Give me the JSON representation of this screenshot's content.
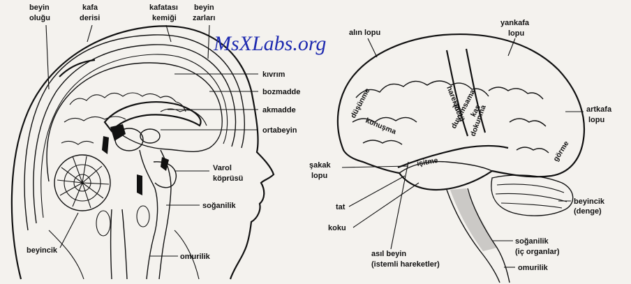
{
  "watermark": "MsXLabs.org",
  "left_labels": {
    "beyin_olugu_1": "beyin",
    "beyin_olugu_2": "oluğu",
    "kafa_derisi_1": "kafa",
    "kafa_derisi_2": "derisi",
    "kafatasi_1": "kafatası",
    "kafatasi_2": "kemiği",
    "beyin_zarlari_1": "beyin",
    "beyin_zarlari_2": "zarları",
    "kivrim": "kıvrım",
    "bozmadde": "bozmadde",
    "akmadde": "akmadde",
    "ortabeyin": "ortabeyin",
    "varol_1": "Varol",
    "varol_2": "köprüsü",
    "soganilik": "soğanilik",
    "beyincik": "beyincik",
    "omurilik": "omurilik"
  },
  "right_labels": {
    "alin_lopu": "alın lopu",
    "yankafa_1": "yankafa",
    "yankafa_2": "lopu",
    "artkafa_1": "artkafa",
    "artkafa_2": "lopu",
    "sakak_1": "şakak",
    "sakak_2": "lopu",
    "tat": "tat",
    "koku": "koku",
    "asil_beyin_1": "asıl beyin",
    "asil_beyin_2": "(istemli hareketler)",
    "beyincik_1": "beyincik",
    "beyincik_2": "(denge)",
    "soganilik_1": "soğanilik",
    "soganilik_2": "(iç organlar)",
    "omurilik": "omurilik"
  },
  "brain_regions": {
    "dusunme": "düşünme",
    "konusma": "konuşma",
    "hareket": "hareket",
    "deri": "(deri)",
    "duyumsama": "duyumsama",
    "kas": "kas",
    "dokunma": "dokunma",
    "isitme": "işitme",
    "gorme": "görme"
  }
}
